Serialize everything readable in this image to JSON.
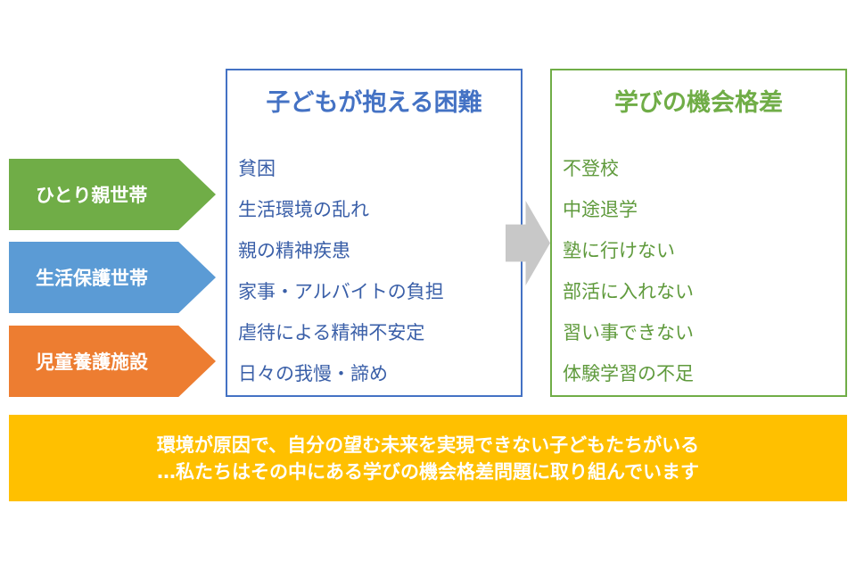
{
  "colors": {
    "single_parent": "#70ad47",
    "welfare": "#5b9bd5",
    "facility": "#ed7d31",
    "banner": "#ffc000"
  },
  "left_arrows": [
    "ひとり親世帯",
    "生活保護世帯",
    "児童養護施設"
  ],
  "difficulties": {
    "title": "子どもが抱える困難",
    "items": [
      "貧困",
      "生活環境の乱れ",
      "親の精神疾患",
      "家事・アルバイトの負担",
      "虐待による精神不安定",
      "日々の我慢・諦め"
    ]
  },
  "gap": {
    "title": "学びの機会格差",
    "items": [
      "不登校",
      "中途退学",
      "塾に行けない",
      "部活に入れない",
      "習い事できない",
      "体験学習の不足"
    ]
  },
  "banner": {
    "line1": "環境が原因で、自分の望む未来を実現できない子どもたちがいる",
    "line2": "…私たちはその中にある学びの機会格差問題に取り組んでいます"
  }
}
